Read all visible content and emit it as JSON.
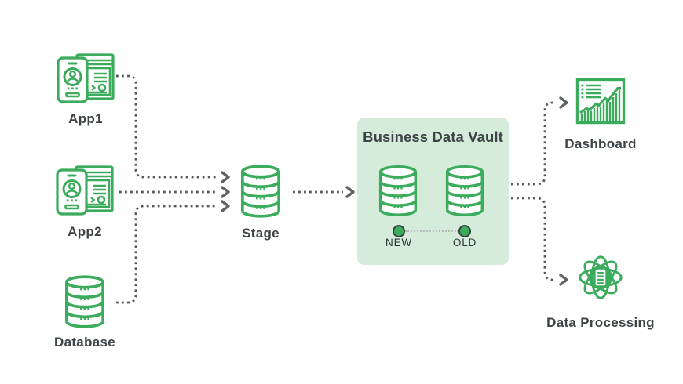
{
  "diagram": {
    "colors": {
      "accent_green": "#3bab5c",
      "label_text": "#3e4347",
      "connector_gray": "#53585b",
      "arrowhead_gray": "#5e6366",
      "vault_card_bg": "#d6ecda",
      "timeline_dot_border": "#394042",
      "timeline_line": "#b6bbbb"
    },
    "nodes": {
      "app1": {
        "label": "App1",
        "icon": "phone-browser-icon"
      },
      "app2": {
        "label": "App2",
        "icon": "phone-browser-icon"
      },
      "database": {
        "label": "Database",
        "icon": "database-icon"
      },
      "stage": {
        "label": "Stage",
        "icon": "database-icon"
      },
      "dashboard": {
        "label": "Dashboard",
        "icon": "chart-window-icon"
      },
      "data_processing": {
        "label": "Data Processing",
        "icon": "atom-document-icon"
      }
    },
    "vault": {
      "title": "Business Data Vault",
      "icons": [
        "database-icon",
        "database-icon"
      ],
      "timeline": {
        "start_label": "NEW",
        "end_label": "OLD"
      }
    },
    "connections": [
      {
        "from": "app1",
        "to": "stage",
        "style": "dotted-arrow"
      },
      {
        "from": "app2",
        "to": "stage",
        "style": "dotted-arrow"
      },
      {
        "from": "database",
        "to": "stage",
        "style": "dotted-arrow"
      },
      {
        "from": "stage",
        "to": "business-data-vault",
        "style": "dotted-arrow"
      },
      {
        "from": "business-data-vault",
        "to": "dashboard",
        "style": "dotted-arrow"
      },
      {
        "from": "business-data-vault",
        "to": "data_processing",
        "style": "dotted-arrow"
      }
    ]
  }
}
